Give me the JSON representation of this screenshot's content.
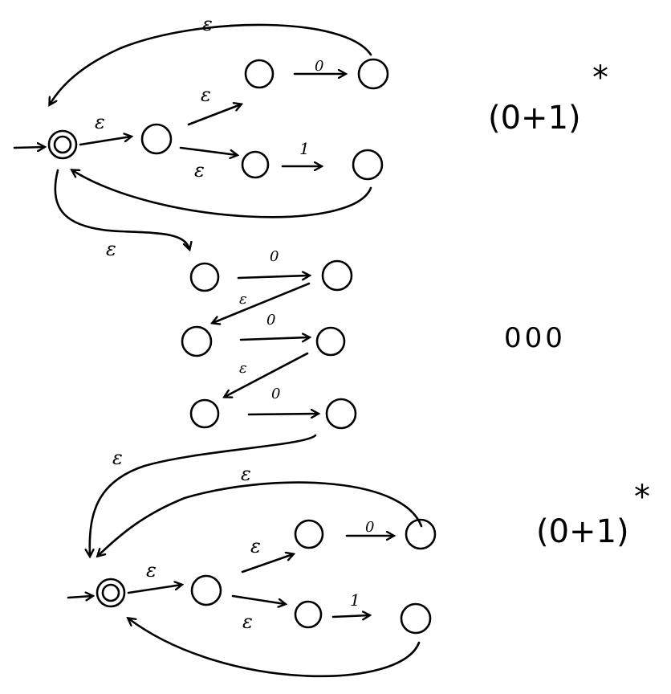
{
  "diagram": {
    "epsilon": "ε",
    "zero": "0",
    "one": "1",
    "top_expr": "(0+1)",
    "star": "*",
    "middle_expr": "000",
    "bottom_expr": "(0+1)",
    "ink_color": "#000000"
  }
}
